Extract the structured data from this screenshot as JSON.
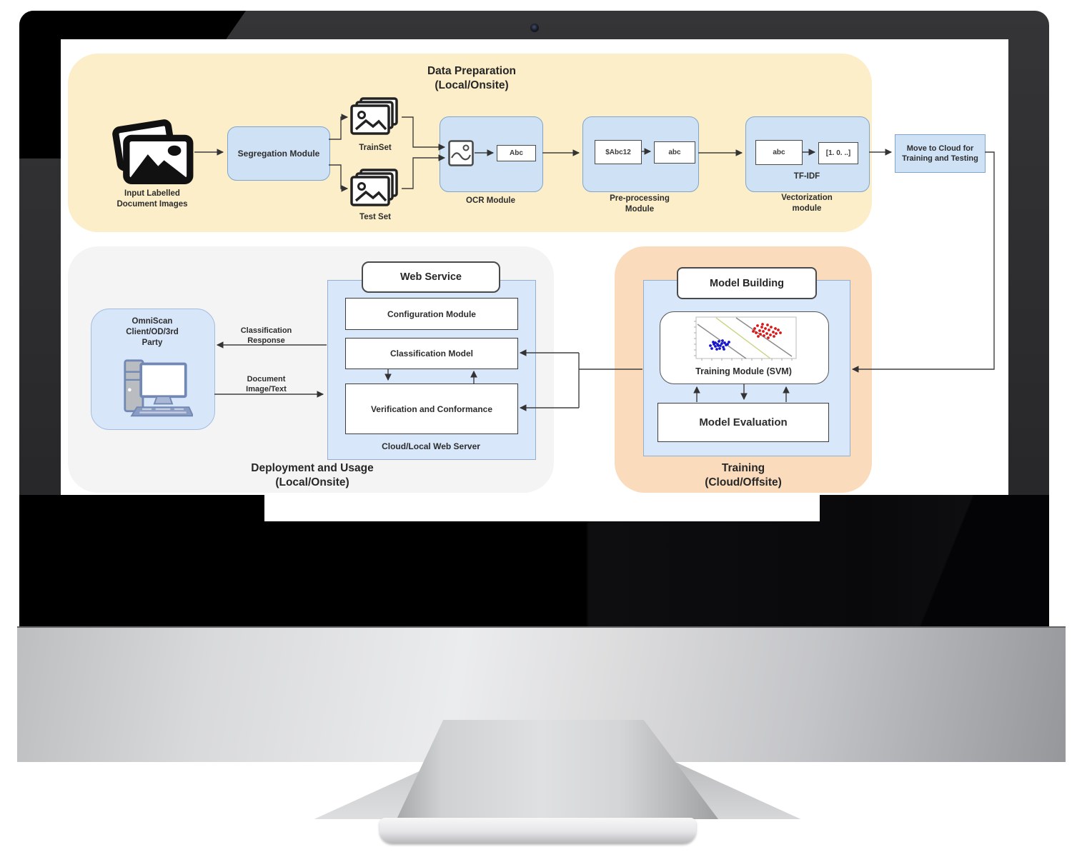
{
  "diagram": {
    "data_preparation": {
      "title": "Data Preparation\n(Local/Onsite)",
      "input_label": "Input Labelled\nDocument Images",
      "segregation_module": "Segregation Module",
      "train_set": "TrainSet",
      "test_set": "Test Set",
      "ocr": {
        "label": "OCR Module",
        "sample_text": "Abc"
      },
      "preprocessing": {
        "label": "Pre-processing\nModule",
        "token_in": "$Abc12",
        "token_out": "abc"
      },
      "vectorization": {
        "label": "Vectorization\nmodule",
        "method": "TF-IDF",
        "token_in": "abc",
        "vector_out": "[1. 0. ..]"
      },
      "move_to_cloud": "Move to Cloud for\nTraining and Testing"
    },
    "deployment": {
      "title": "Deployment and Usage\n(Local/Onsite)",
      "client_label": "OmniScan\nClient/OD/3rd\nParty",
      "arrow_response": "Classification\nResponse",
      "arrow_document": "Document\nImage/Text",
      "web_service": "Web Service",
      "configuration_module": "Configuration Module",
      "classification_model": "Classification Model",
      "verification": "Verification and Conformance",
      "server_label": "Cloud/Local Web Server"
    },
    "training": {
      "title": "Training\n(Cloud/Offsite)",
      "model_building": "Model Building",
      "training_module": "Training Module (SVM)",
      "model_evaluation": "Model Evaluation"
    },
    "icons": {
      "input": "photo-stack-icon",
      "train_test": "image-stack-icon",
      "ocr": "image-placeholder-icon",
      "client": "desktop-computer-icon",
      "training_plot": "svm-scatter-plot"
    },
    "colors": {
      "section_yellow": "#fbeec9",
      "section_gray": "#f4f4f5",
      "section_orange": "#fadcbd",
      "module_blue": "#cfe1f5",
      "container_blue": "#d8e7fa",
      "border_blue": "#7fa5cd",
      "connector": "#3f3f3f",
      "scatter_blue": "#1515cc",
      "scatter_red": "#dd1414",
      "boundary_olive": "#c9d37f"
    }
  }
}
